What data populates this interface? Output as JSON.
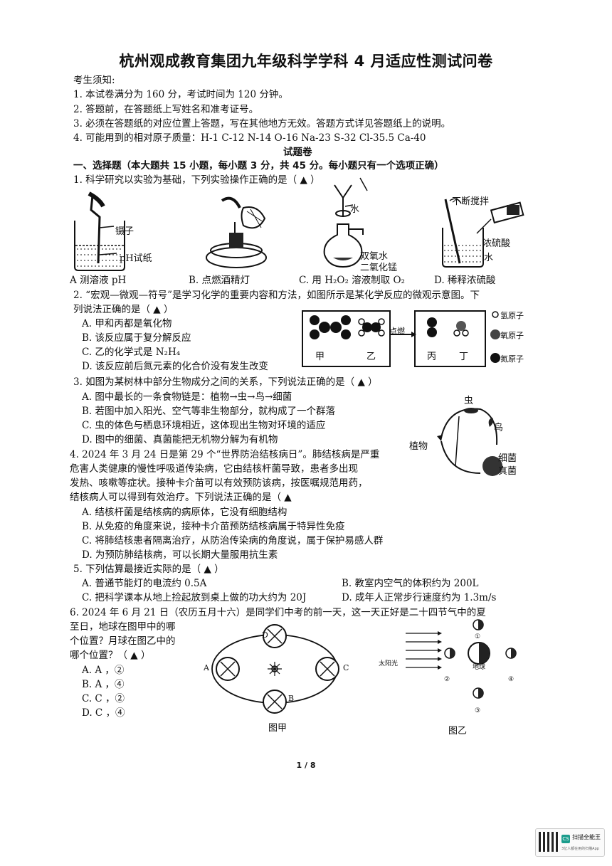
{
  "title": "杭州观成教育集团九年级科学学科 4 月适应性测试问卷",
  "notice": {
    "heading": "考生须知:",
    "items": [
      "1. 本试卷满分为 160 分，考试时间为 120 分钟。",
      "2. 答题前，在答题纸上写姓名和准考证号。",
      "3. 必须在答题纸的对应位置上答题，写在其他地方无效。答题方式详见答题纸上的说明。",
      "4. 可能用到的相对原子质量：H-1  C-12  N-14  O-16  Na-23  S-32  Cl-35.5  Ca-40"
    ]
  },
  "section_label": "试题卷",
  "section_one": "一、选择题（本大题共 15 小题，每小题 3 分，共 45 分。每小题只有一个选项正确）",
  "q1": {
    "stem": "1. 科学研究以实验为基础，下列实验操作正确的是（ ▲ ）",
    "labels": {
      "tweezers": "镊子",
      "ph_paper": "pH试纸",
      "water": "水",
      "h2o2": "双氧水",
      "mno2": "二氧化锰",
      "stir": "不断搅拌",
      "conc_acid": "浓硫酸",
      "water2": "水"
    },
    "options": [
      "A  测溶液 pH",
      "B. 点燃酒精灯",
      "C. 用 H₂O₂ 溶液制取 O₂",
      "D. 稀释浓硫酸"
    ]
  },
  "q2": {
    "stem_1": "2. “宏观—微观—符号”是学习化学的重要内容和方法，如图所示是某化学反应的微观示意图。下",
    "stem_2": "列说法正确的是（ ▲ ）",
    "options": [
      "A. 甲和丙都是氧化物",
      "B. 该反应属于复分解反应",
      "C. 乙的化学式是 N₂H₄",
      "D. 该反应前后氮元素的化合价没有发生改变"
    ],
    "fig": {
      "jia": "甲",
      "yi": "乙",
      "bing": "丙",
      "ding": "丁",
      "arrow": "点燃",
      "legend": [
        "氢原子",
        "氧原子",
        "氮原子"
      ]
    }
  },
  "q3": {
    "stem": "3. 如图为某树林中部分生物成分之间的关系，下列说法正确的是（ ▲ ）",
    "options": [
      "A. 图中最长的一条食物链是：植物→虫→鸟→细菌",
      "B. 若图中加入阳光、空气等非生物部分，就构成了一个群落",
      "C. 虫的体色与栖息环境相近，这体现出生物对环境的适应",
      "D. 图中的细菌、真菌能把无机物分解为有机物"
    ],
    "fig": {
      "insect": "虫",
      "bird": "鸟",
      "plant": "植物",
      "bacteria": "细菌",
      "fungi": "真菌"
    }
  },
  "q4": {
    "lines": [
      "4. 2024 年 3 月 24 日是第 29 个“世界防治结核病日”。肺结核病是严重",
      "危害人类健康的慢性呼吸道传染病，它由结核杆菌导致，患者多出现",
      "发热、咳嗽等症状。接种卡介苗可以有效预防该病，按医嘱规范用药，",
      "结核病人可以得到有效治疗。下列说法正确的是（ ▲"
    ],
    "options": [
      "A. 结核杆菌是结核病的病原体，它没有细胞结构",
      "B. 从免疫的角度来说，接种卡介苗预防结核病属于特异性免疫",
      "C. 将肺结核患者隔离治疗，从防治传染病的角度说，属于保护易感人群",
      "D. 为预防肺结核病，可以长期大量服用抗生素"
    ]
  },
  "q5": {
    "stem": "5. 下列估算最接近实际的是（ ▲ ）",
    "options": [
      "A. 普通节能灯的电流约 0.5A",
      "B. 教室内空气的体积约为 200L",
      "C. 把科学课本从地上捡起放到桌上做的功大约为 20J",
      "D. 成年人正常步行速度约为 1.3m/s"
    ]
  },
  "q6": {
    "line1": "6. 2024 年 6 月 21 日（农历五月十六）是同学们中考的前一天，这一天正好是二十四节气中的夏",
    "lines": [
      "至日，地球在图甲中的哪",
      "个位置？月球在图乙中的",
      "哪个位置？（ ▲ ）"
    ],
    "options": [
      "A. A ，②",
      "B. A ，④",
      "C. C ，②",
      "D. C ，④"
    ],
    "fig_jia": {
      "caption": "图甲",
      "positions": [
        "A",
        "B",
        "C",
        "D"
      ]
    },
    "fig_yi": {
      "caption": "图乙",
      "sunlight": "太阳光",
      "earth": "地球",
      "marks": [
        "①",
        "②",
        "③",
        "④"
      ]
    }
  },
  "page_number": "1 / 8",
  "scanner": {
    "brand": "扫描全能王",
    "sub": "3亿人都在用的扫描App",
    "logo": "CS"
  }
}
